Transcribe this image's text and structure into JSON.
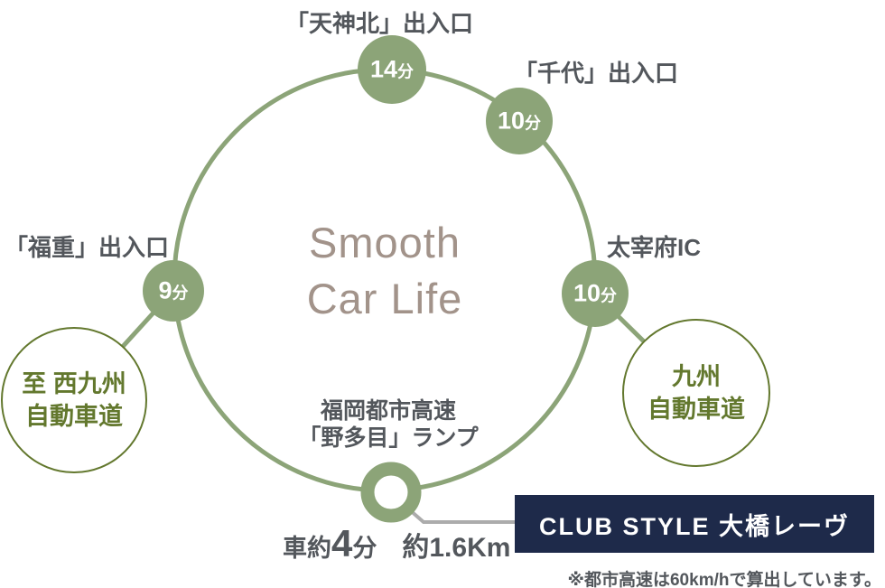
{
  "colors": {
    "green": "#8CA478",
    "olive": "#63782E",
    "navy": "#1E2A4A",
    "taupe": "#A2938A",
    "ink": "#53575C",
    "line": "#ACACAC",
    "white": "#FFFFFF"
  },
  "title": {
    "line1": "Smooth",
    "line2": "Car Life"
  },
  "nodes": {
    "tenjinkita": {
      "label": "「天神北」出入口",
      "minutes": "14",
      "unit": "分"
    },
    "chiyo": {
      "label": "「千代」出入口",
      "minutes": "10",
      "unit": "分"
    },
    "dazaifu": {
      "label": "太宰府IC",
      "minutes": "10",
      "unit": "分"
    },
    "fukushige": {
      "label": "「福重」出入口",
      "minutes": "9",
      "unit": "分"
    },
    "notame": {
      "label_line1": "福岡都市高速",
      "label_line2": "「野多目」ランプ"
    }
  },
  "outer_circles": {
    "nishikyushu": {
      "line1": "至 西九州",
      "line2": "自動車道"
    },
    "kyushu": {
      "line1": "九州",
      "line2": "自動車道"
    }
  },
  "destination": {
    "name": "CLUB STYLE 大橋レーヴ",
    "drive_prefix": "車約",
    "drive_minutes": "4",
    "drive_unit": "分",
    "distance": "約1.6Km"
  },
  "footnote": "※都市高速は60km/hで算出しています。"
}
